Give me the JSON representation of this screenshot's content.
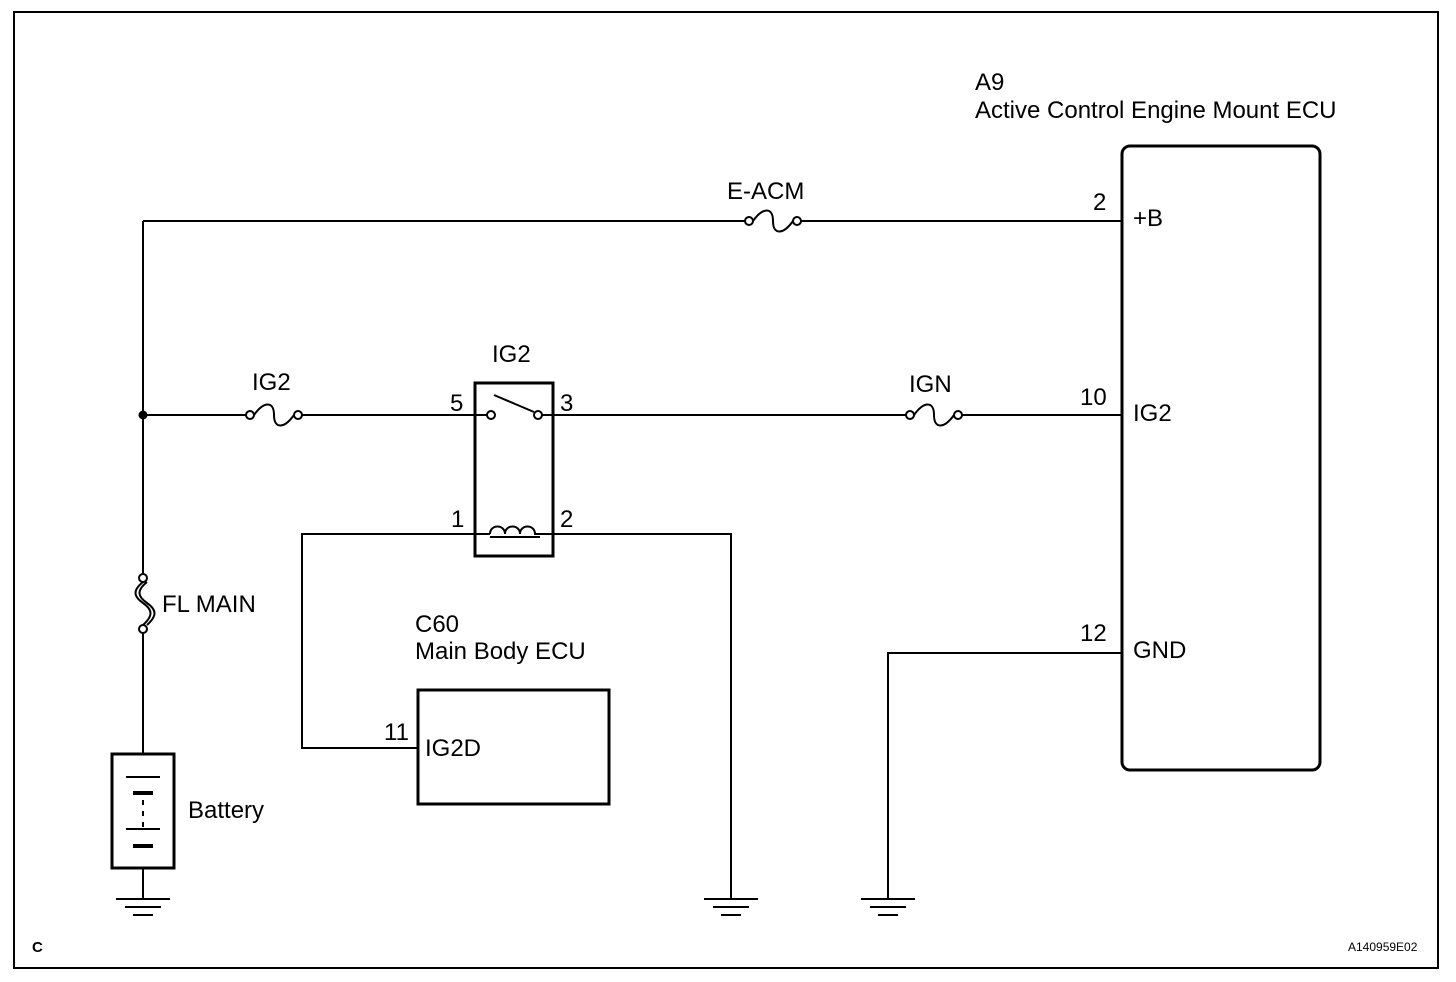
{
  "ecu_acm": {
    "code": "A9",
    "name": "Active Control Engine Mount  ECU",
    "pins": [
      {
        "num": "2",
        "label": "+B"
      },
      {
        "num": "10",
        "label": "IG2"
      },
      {
        "num": "12",
        "label": "GND"
      }
    ]
  },
  "ecu_body": {
    "code": "C60",
    "name": "Main Body ECU",
    "pin_num": "11",
    "pin_label": "IG2D"
  },
  "relay": {
    "name": "IG2",
    "pins": {
      "p5": "5",
      "p3": "3",
      "p1": "1",
      "p2": "2"
    }
  },
  "fuses": {
    "eacm": "E-ACM",
    "ig2": "IG2",
    "ign": "IGN",
    "fl_main": "FL MAIN"
  },
  "battery_label": "Battery",
  "corner_left": "C",
  "figure_id": "A140959E02"
}
